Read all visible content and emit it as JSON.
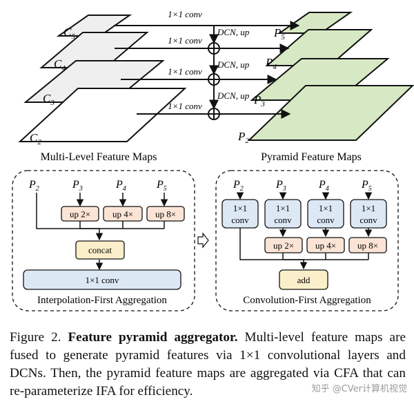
{
  "top": {
    "c_labels": [
      "C5",
      "C4",
      "C3",
      "C2"
    ],
    "p_labels": [
      "P5",
      "P4",
      "P3",
      "P2"
    ],
    "conv_label": "1×1 conv",
    "dcn_label": "DCN, up",
    "left_title": "Multi-Level Feature Maps",
    "right_title": "Pyramid Feature Maps"
  },
  "ifa": {
    "inputs": [
      "P2",
      "P3",
      "P4",
      "P5"
    ],
    "up_blocks": [
      "up 2×",
      "up 4×",
      "up 8×"
    ],
    "concat": "concat",
    "conv": "1×1 conv",
    "title": "Interpolation-First Aggregation"
  },
  "cfa": {
    "inputs": [
      "P2",
      "P3",
      "P4",
      "P5"
    ],
    "conv_line1": "1×1",
    "conv_line2": "conv",
    "up_blocks": [
      "up 2×",
      "up 4×",
      "up 8×"
    ],
    "add": "add",
    "title": "Convolution-First Aggregation"
  },
  "caption": {
    "prefix": "Figure 2.",
    "bold": "Feature pyramid aggregator.",
    "body": "Multi-level feature maps are fused to generate pyramid features via 1×1 convolutional layers and DCNs. Then, the pyramid feature maps are aggregated via CFA that can re-parameterize IFA for efficiency."
  },
  "watermark": "知乎 @CVer计算机视觉",
  "colors": {
    "left_plane": "#eeeeee",
    "right_plane": "#d6e9c4",
    "up_block": "#fbe4d6",
    "concat_block": "#fbefcb",
    "conv_block": "#dde8f5"
  }
}
